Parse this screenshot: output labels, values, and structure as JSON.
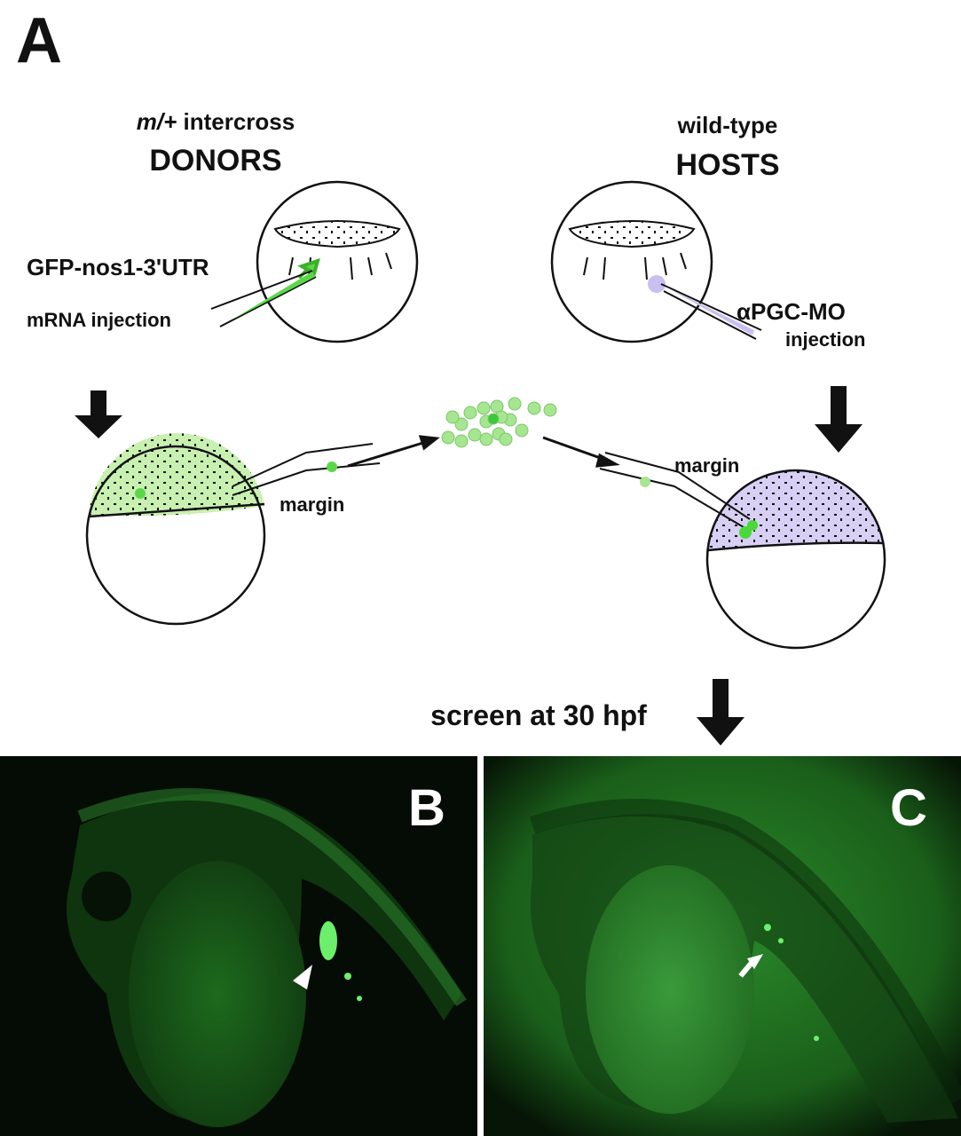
{
  "panel_a": {
    "label": "A",
    "donors": {
      "subtitle_italic": "m/+",
      "subtitle_rest": " intercross",
      "title": "DONORS"
    },
    "hosts": {
      "subtitle": "wild-type",
      "title": "HOSTS"
    },
    "donor_injection": {
      "line1": "GFP-nos1-3'UTR",
      "line2": "mRNA injection"
    },
    "host_injection": {
      "line1": "αPGC-MO",
      "line2": "injection"
    },
    "margin_left": "margin",
    "margin_right": "margin",
    "screen_text": "screen at 30 hpf"
  },
  "panel_b": {
    "label": "B"
  },
  "panel_c": {
    "label": "C"
  },
  "colors": {
    "gfp": "#7ddc6a",
    "mo": "#cbbff0",
    "ink": "#111111",
    "fluor_dark": "#0a1a0a",
    "fluor_green": "#1f6b1f"
  }
}
